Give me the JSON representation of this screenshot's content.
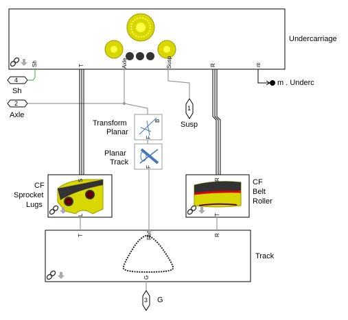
{
  "blocks": {
    "undercarriage": {
      "name": "Undercarriage",
      "ports": {
        "sh": "Sh",
        "t": "T",
        "axle": "Axle",
        "susp": "Susp",
        "r": "R",
        "m": "m"
      }
    },
    "transform_planar": {
      "name_line1": "Transform",
      "name_line2": "Planar",
      "port_b": "B",
      "port_f": "F"
    },
    "planar_track": {
      "name_line1": "Planar",
      "name_line2": "Track",
      "port_f": "F"
    },
    "cf_sprocket": {
      "name_line1": "CF",
      "name_line2": "Sprocket",
      "name_line3": "Lugs",
      "port_s": "S",
      "port_l": "L"
    },
    "cf_belt": {
      "name_line1": "CF",
      "name_line2": "Belt",
      "name_line3": "Roller",
      "port_r": "R",
      "port_t": "T"
    },
    "track": {
      "name": "Track",
      "port_t": "T",
      "port_ref": "Ref",
      "port_r": "R",
      "port_g": "G"
    }
  },
  "inports": [
    {
      "number": "4",
      "name": "Sh"
    },
    {
      "number": "2",
      "name": "Axle"
    }
  ],
  "connection_ports": [
    {
      "number": "1",
      "name": "Susp"
    },
    {
      "number": "3",
      "name": "G"
    }
  ],
  "outport": {
    "name": "m . Underc"
  },
  "colors": {
    "block_yellow": "#d8d800",
    "wheel_dark": "#333333",
    "belt_red": "#e00000",
    "signal_green": "#33aa33",
    "line_gray": "#999999"
  }
}
